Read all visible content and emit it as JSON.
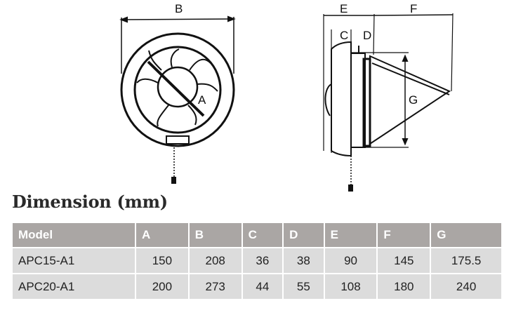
{
  "diagram": {
    "labels": {
      "A": "A",
      "B": "B",
      "C": "C",
      "D": "D",
      "E": "E",
      "F": "F",
      "G": "G"
    }
  },
  "title": "Dimension (mm)",
  "table": {
    "headers": [
      "Model",
      "A",
      "B",
      "C",
      "D",
      "E",
      "F",
      "G"
    ],
    "rows": [
      [
        "APC15-A1",
        "150",
        "208",
        "36",
        "38",
        "90",
        "145",
        "175.5"
      ],
      [
        "APC20-A1",
        "200",
        "273",
        "44",
        "55",
        "108",
        "180",
        "240"
      ]
    ]
  }
}
